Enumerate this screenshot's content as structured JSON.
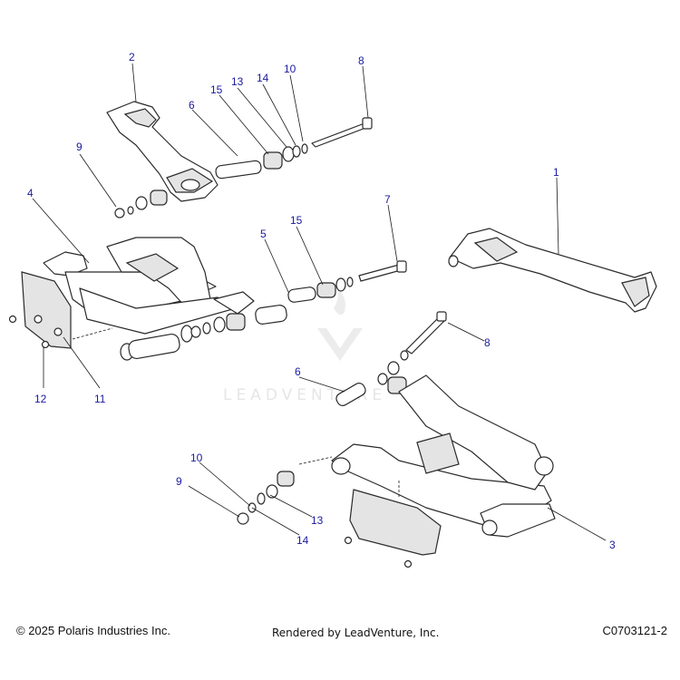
{
  "callouts": {
    "c1": "1",
    "c2": "2",
    "c3": "3",
    "c4": "4",
    "c5": "5",
    "c6a": "6",
    "c6b": "6",
    "c7": "7",
    "c8a": "8",
    "c8b": "8",
    "c9a": "9",
    "c9b": "9",
    "c10a": "10",
    "c10b": "10",
    "c11": "11",
    "c12": "12",
    "c13a": "13",
    "c13b": "13",
    "c14a": "14",
    "c14b": "14",
    "c15a": "15",
    "c15b": "15"
  },
  "watermark": "LEADVENTURE",
  "footer": {
    "copyright": "© 2025 Polaris Industries Inc.",
    "rendered": "Rendered by LeadVenture, Inc.",
    "code": "C0703121-2"
  },
  "colors": {
    "callout": "#1a1aa0",
    "line": "#2a2a2a",
    "watermark": "#e6e6e6"
  }
}
